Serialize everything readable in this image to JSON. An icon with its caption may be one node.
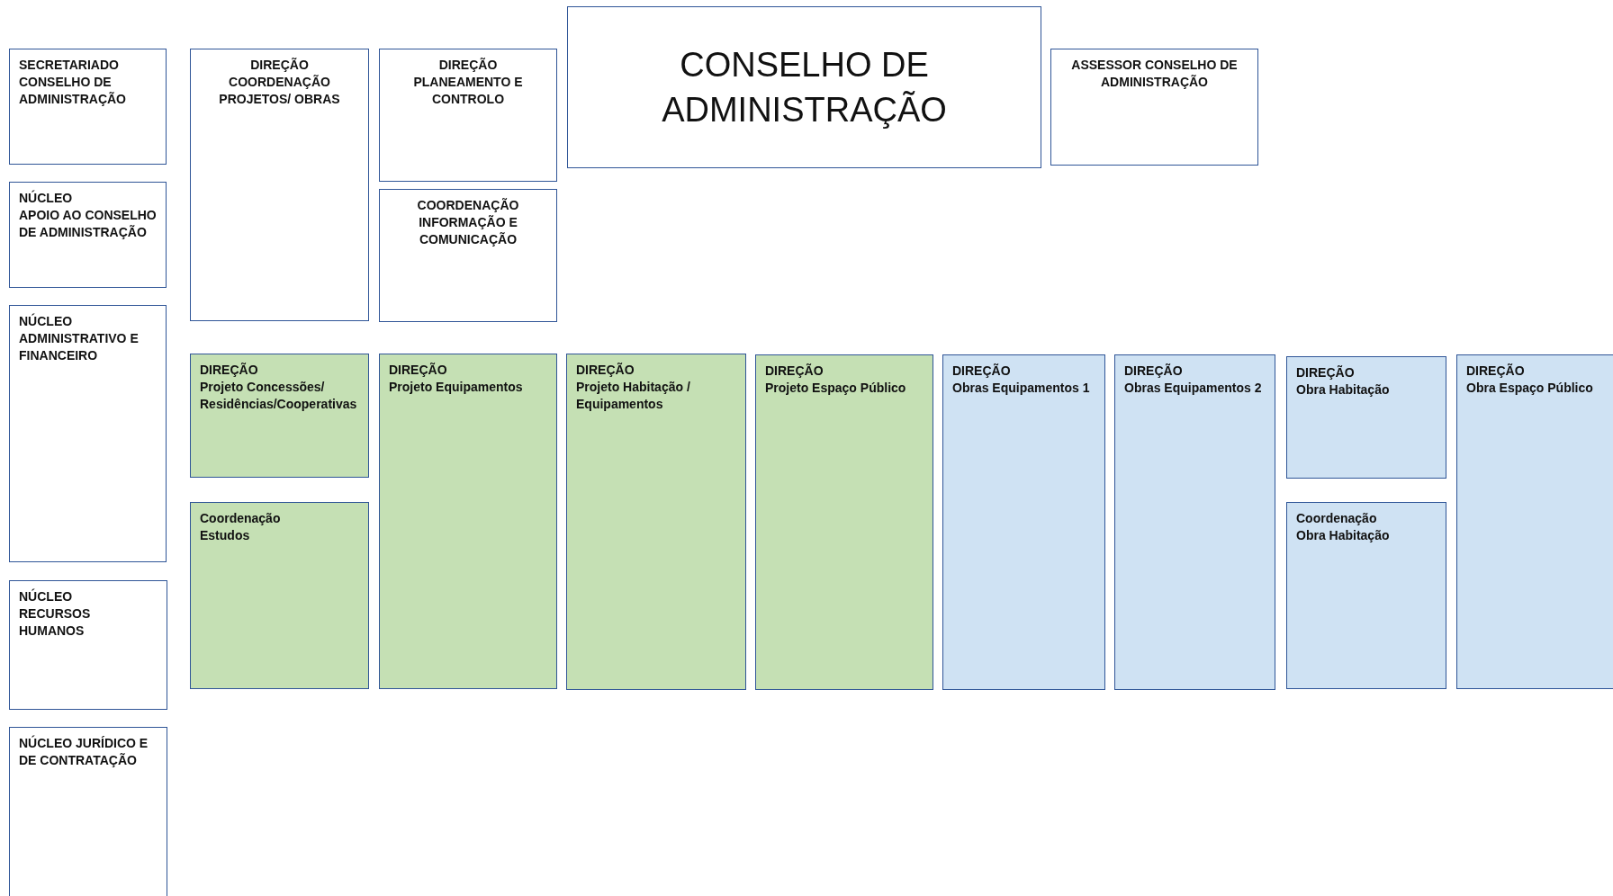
{
  "diagram": {
    "nodes": [
      {
        "text": [
          "SECRETARIADO CONSELHO DE ADMINISTRAÇÃO"
        ]
      },
      {
        "text": [
          "DIREÇÃO COORDENAÇÃO PROJETOS/ OBRAS"
        ]
      },
      {
        "text": [
          "DIREÇÃO PLANEAMENTO E CONTROLO"
        ]
      },
      {
        "text": [
          "CONSELHO DE ADMINISTRAÇÃO"
        ]
      },
      {
        "text": [
          "ASSESSOR CONSELHO DE ADMINISTRAÇÃO"
        ]
      },
      {
        "text": [
          "COORDENAÇÃO INFORMAÇÃO E COMUNICAÇÃO"
        ]
      },
      {
        "text": [
          "NÚCLEO",
          "APOIO AO CONSELHO DE ADMINISTRAÇÃO"
        ]
      },
      {
        "text": [
          "NÚCLEO ADMINISTRATIVO E FINANCEIRO"
        ]
      },
      {
        "text": [
          "DIREÇÃO",
          "Projeto Concessões/ Residências/Cooperativas"
        ]
      },
      {
        "text": [
          "DIREÇÃO",
          "Projeto Equipamentos"
        ]
      },
      {
        "text": [
          "DIREÇÃO",
          "Projeto Habitação / Equipamentos"
        ]
      },
      {
        "text": [
          "DIREÇÃO",
          "Projeto Espaço Público"
        ]
      },
      {
        "text": [
          "DIREÇÃO",
          "Obras Equipamentos 1"
        ]
      },
      {
        "text": [
          "DIREÇÃO",
          "Obras Equipamentos 2"
        ]
      },
      {
        "text": [
          "DIREÇÃO",
          "Obra Habitação"
        ]
      },
      {
        "text": [
          "DIREÇÃO",
          "Obra Espaço Público"
        ]
      },
      {
        "text": [
          "Coordenação",
          "Estudos"
        ]
      },
      {
        "text": [
          "Coordenação",
          "Obra Habitação"
        ]
      },
      {
        "text": [
          "NÚCLEO",
          "RECURSOS HUMANOS"
        ]
      },
      {
        "text": [
          "NÚCLEO JURÍDICO E DE CONTRATAÇÃO"
        ]
      }
    ]
  }
}
